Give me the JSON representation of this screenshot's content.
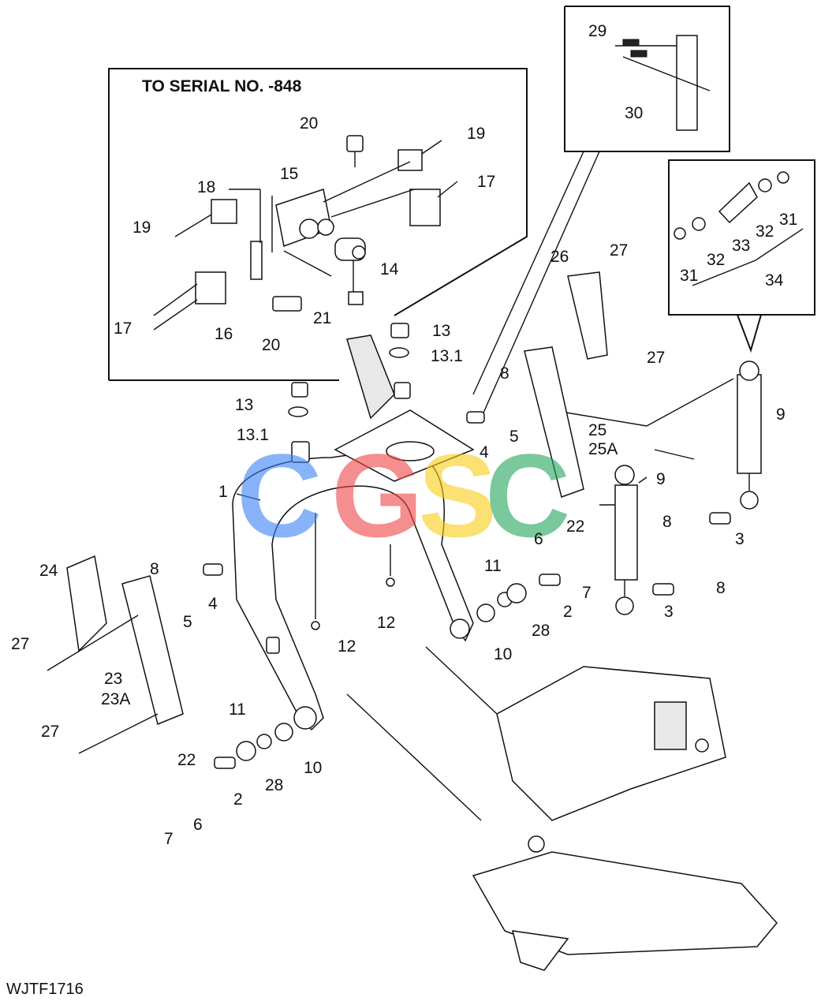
{
  "inset_title": "TO SERIAL NO. -848",
  "figure_id": "WJTF1716",
  "watermark": [
    {
      "letter": "C",
      "color": "#3b82f6"
    },
    {
      "letter": "G",
      "color": "#ef4444"
    },
    {
      "letter": "S",
      "color": "#facc15"
    },
    {
      "letter": "C",
      "color": "#22a559"
    }
  ],
  "labels": {
    "l1": "1",
    "l2a": "2",
    "l2b": "2",
    "l3a": "3",
    "l3b": "3",
    "l4a": "4",
    "l4b": "4",
    "l5a": "5",
    "l5b": "5",
    "l6a": "6",
    "l6b": "6",
    "l7a": "7",
    "l7b": "7",
    "l8a": "8",
    "l8b": "8",
    "l8c": "8",
    "l8d": "8",
    "l9a": "9",
    "l9b": "9",
    "l10a": "10",
    "l10b": "10",
    "l11a": "11",
    "l11b": "11",
    "l12a": "12",
    "l12b": "12",
    "l13a": "13",
    "l13b": "13",
    "l131a": "13.1",
    "l131b": "13.1",
    "l14": "14",
    "l15": "15",
    "l16": "16",
    "l17a": "17",
    "l17b": "17",
    "l18": "18",
    "l19a": "19",
    "l19b": "19",
    "l20a": "20",
    "l20b": "20",
    "l21": "21",
    "l22a": "22",
    "l22b": "22",
    "l23": "23",
    "l23a": "23A",
    "l24": "24",
    "l25": "25",
    "l25a": "25A",
    "l26": "26",
    "l27a": "27",
    "l27b": "27",
    "l27c": "27",
    "l27d": "27",
    "l28a": "28",
    "l28b": "28",
    "l29": "29",
    "l30": "30",
    "l31a": "31",
    "l31b": "31",
    "l32a": "32",
    "l32b": "32",
    "l33": "33",
    "l34": "34"
  }
}
